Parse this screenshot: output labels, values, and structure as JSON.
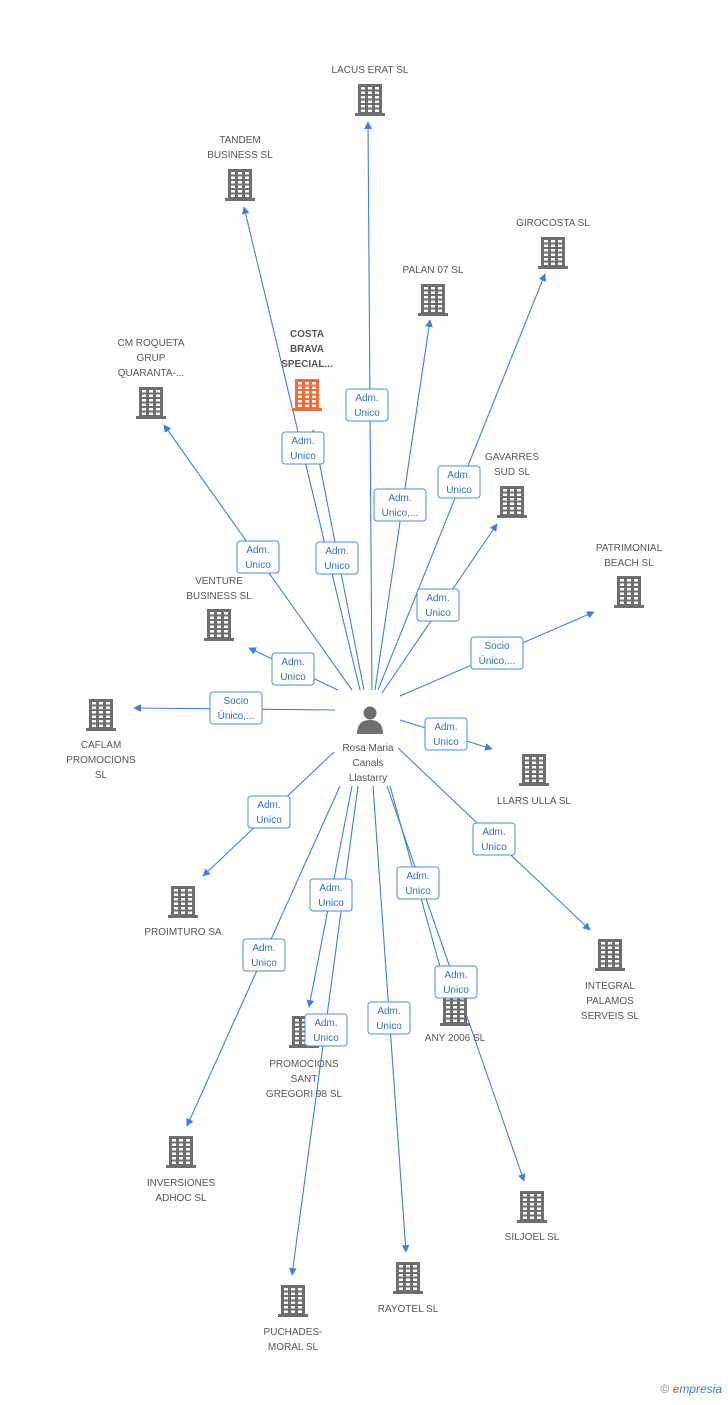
{
  "colors": {
    "edge": "#3f7fd9",
    "building": "#6e6e6e",
    "building_highlight": "#f26b3a",
    "label_text": "#555555",
    "edge_label_text": "#2e6fc4",
    "edge_label_border": "#4a8be0"
  },
  "center": {
    "name_lines": [
      "Rosa Maria",
      "Canals",
      "Llastarry"
    ],
    "icon": "person-icon"
  },
  "nodes": [
    {
      "id": "lacus",
      "lines": [
        "LACUS ERAT  SL"
      ],
      "icon": "building-icon"
    },
    {
      "id": "tandem",
      "lines": [
        "TANDEM",
        "BUSINESS SL"
      ],
      "icon": "building-icon"
    },
    {
      "id": "girocosta",
      "lines": [
        "GIROCOSTA SL"
      ],
      "icon": "building-icon"
    },
    {
      "id": "palan",
      "lines": [
        "PALAN 07  SL"
      ],
      "icon": "building-icon"
    },
    {
      "id": "costa",
      "lines": [
        "COSTA",
        "BRAVA",
        "SPECIAL..."
      ],
      "icon": "building-icon",
      "highlight": true
    },
    {
      "id": "cmroqueta",
      "lines": [
        "CM ROQUETA",
        "GRUP",
        "QUARANTA-..."
      ],
      "icon": "building-icon"
    },
    {
      "id": "gavarres",
      "lines": [
        "GAVARRES",
        "SUD SL"
      ],
      "icon": "building-icon"
    },
    {
      "id": "patrimonial",
      "lines": [
        "PATRIMONIAL",
        "BEACH SL"
      ],
      "icon": "building-icon"
    },
    {
      "id": "venture",
      "lines": [
        "VENTURE",
        "BUSINESS SL"
      ],
      "icon": "building-icon"
    },
    {
      "id": "caflam",
      "lines": [
        "CAFLAM",
        "PROMOCIONS",
        "SL"
      ],
      "icon": "building-icon"
    },
    {
      "id": "llars",
      "lines": [
        "LLARS ULLA SL"
      ],
      "icon": "building-icon"
    },
    {
      "id": "proimturo",
      "lines": [
        "PROIMTURO SA"
      ],
      "icon": "building-icon"
    },
    {
      "id": "integral",
      "lines": [
        "INTEGRAL",
        "PALAMOS",
        "SERVEIS SL"
      ],
      "icon": "building-icon"
    },
    {
      "id": "any2006",
      "lines": [
        "ANY 2006 SL"
      ],
      "icon": "building-icon"
    },
    {
      "id": "promocions",
      "lines": [
        "PROMOCIONS",
        "SANT",
        "GREGORI 98 SL"
      ],
      "icon": "building-icon"
    },
    {
      "id": "inversiones",
      "lines": [
        "INVERSIONES",
        "ADHOC SL"
      ],
      "icon": "building-icon"
    },
    {
      "id": "siljoel",
      "lines": [
        "SILJOEL SL"
      ],
      "icon": "building-icon"
    },
    {
      "id": "rayotel",
      "lines": [
        "RAYOTEL SL"
      ],
      "icon": "building-icon"
    },
    {
      "id": "puchades",
      "lines": [
        "PUCHADES-",
        "MORAL SL"
      ],
      "icon": "building-icon"
    }
  ],
  "edges": [
    {
      "to": "lacus",
      "label": [
        "Adm.",
        "Unico"
      ]
    },
    {
      "to": "tandem",
      "label": [
        "Adm.",
        "Unico"
      ]
    },
    {
      "to": "girocosta",
      "label": [
        "Adm.",
        "Unico"
      ]
    },
    {
      "to": "palan",
      "label": [
        "Adm.",
        "Unico,..."
      ]
    },
    {
      "to": "costa",
      "label": [
        "Adm.",
        "Unico"
      ]
    },
    {
      "to": "cmroqueta",
      "label": [
        "Adm.",
        "Unico"
      ]
    },
    {
      "to": "gavarres",
      "label": [
        "Adm.",
        "Unico"
      ]
    },
    {
      "to": "patrimonial",
      "label": [
        "Socio",
        "Único,..."
      ]
    },
    {
      "to": "venture",
      "label": [
        "Adm.",
        "Unico"
      ]
    },
    {
      "to": "caflam",
      "label": [
        "Socio",
        "Único,..."
      ]
    },
    {
      "to": "llars",
      "label": [
        "Adm.",
        "Unico"
      ]
    },
    {
      "to": "proimturo",
      "label": [
        "Adm.",
        "Unico"
      ]
    },
    {
      "to": "integral",
      "label": [
        "Adm.",
        "Unico"
      ]
    },
    {
      "to": "any2006",
      "label": [
        "Adm.",
        "Unico"
      ]
    },
    {
      "to": "promocions",
      "label": [
        "Adm.",
        "Unico"
      ]
    },
    {
      "to": "inversiones",
      "label": [
        "Adm.",
        "Unico"
      ]
    },
    {
      "to": "siljoel",
      "label": [
        "Adm.",
        "Unico"
      ]
    },
    {
      "to": "rayotel",
      "label": [
        "Adm.",
        "Unico"
      ]
    },
    {
      "to": "puchades",
      "label": [
        "Adm.",
        "Unico"
      ]
    }
  ],
  "watermark": {
    "symbol": "©",
    "brand_first": "e",
    "brand_rest": "mpresia"
  }
}
